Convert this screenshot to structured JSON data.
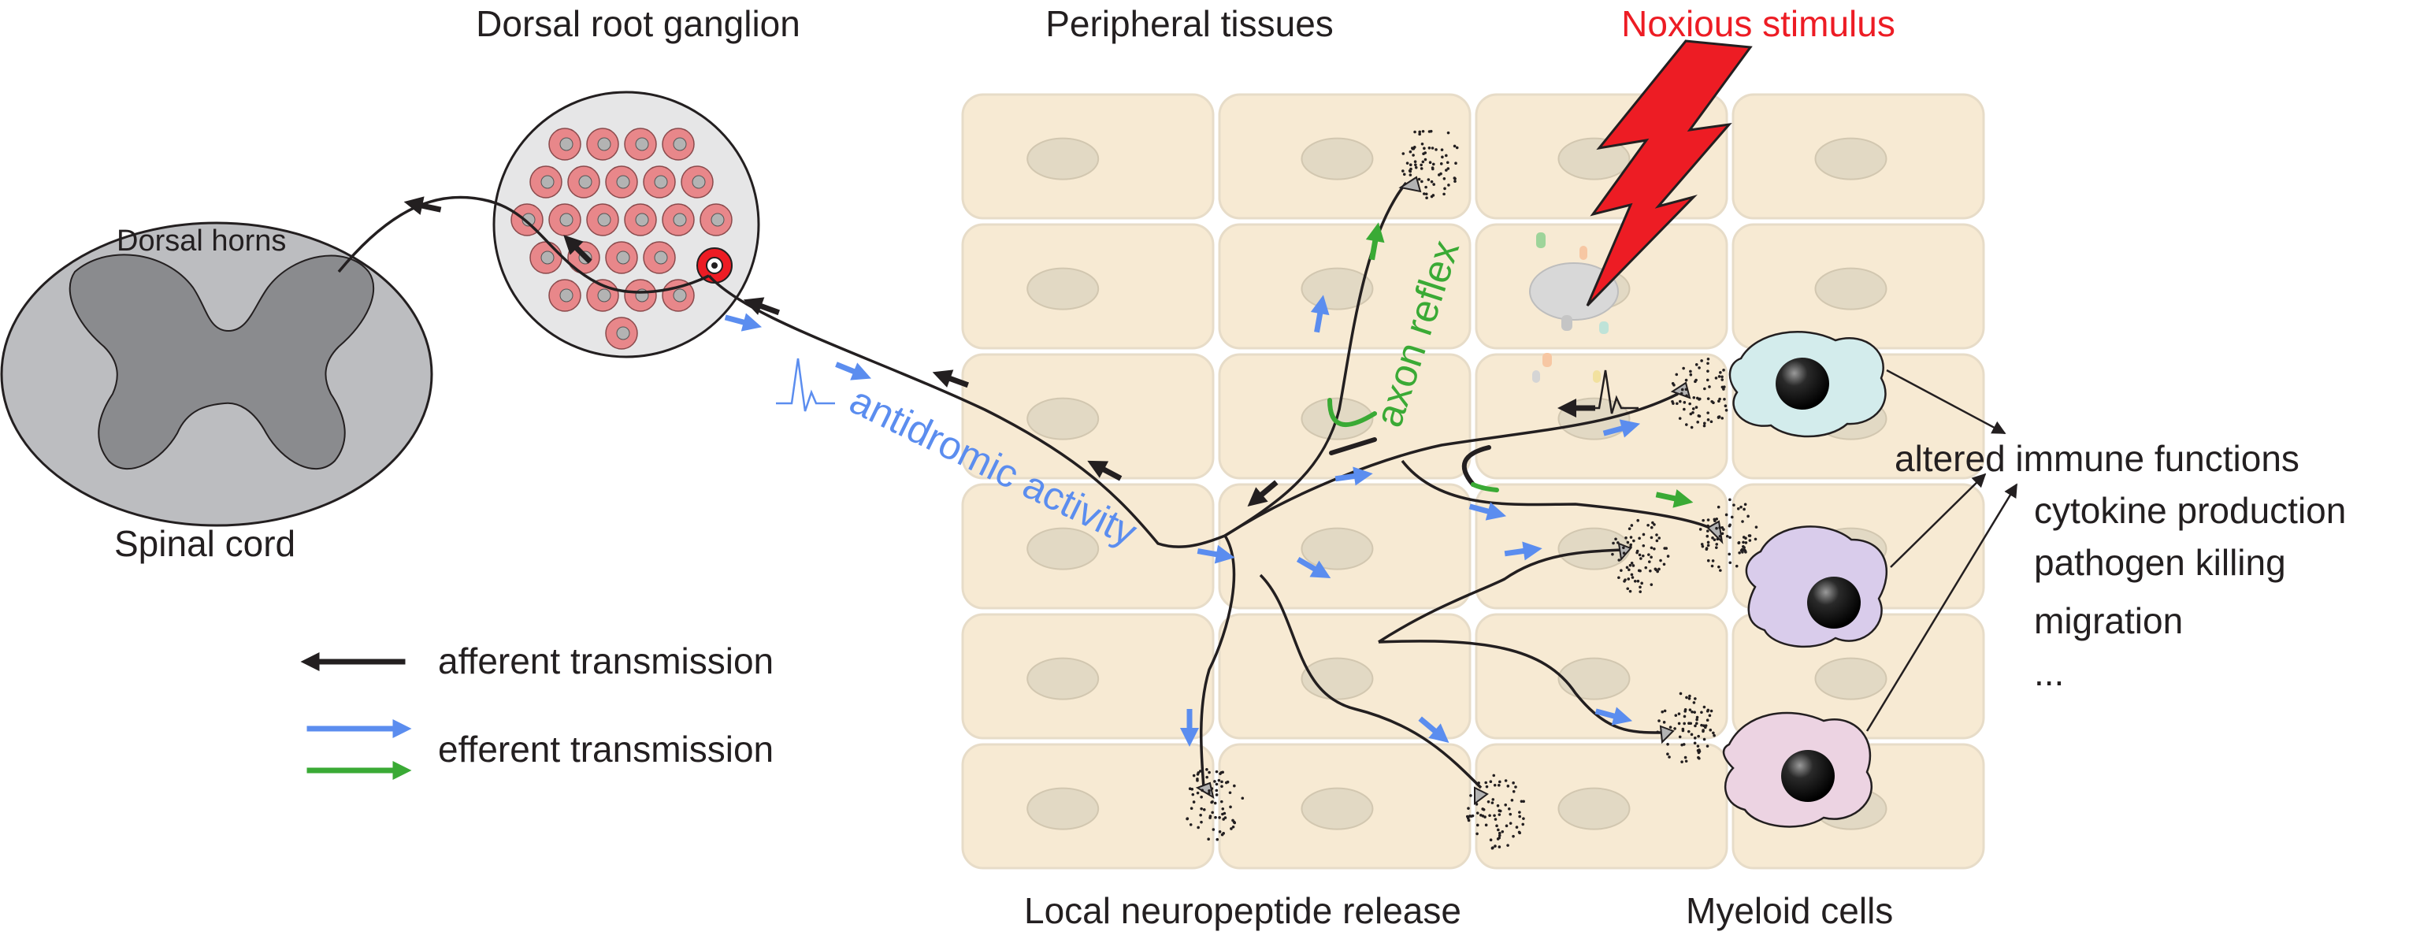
{
  "labels": {
    "drg": "Dorsal root ganglion",
    "peripheral": "Peripheral tissues",
    "noxious": "Noxious stimulus",
    "dorsal_horns": "Dorsal horns",
    "spinal_cord": "Spinal cord",
    "antidromic": "antidromic activity",
    "axon_reflex": "axon reflex",
    "neuropeptide": "Local neuropeptide release",
    "myeloid": "Myeloid cells"
  },
  "legend": {
    "afferent": "afferent transmission",
    "efferent": "efferent transmission"
  },
  "immune_effects": [
    "altered immune functions",
    "cytokine production",
    "pathogen killing",
    "migration",
    "..."
  ],
  "colors": {
    "afferent_arrow": "#231f20",
    "efferent_blue": "#5b8def",
    "efferent_green": "#3aaa35",
    "noxious_red": "#ed1c24",
    "tissue_cell": "#f7ead3",
    "tissue_border": "#e7dcc8",
    "nucleus": "#e2d9c4",
    "spinal_outer": "#bcbdc0",
    "spinal_inner": "#8a8b8e",
    "drg_cell": "#e8878a",
    "myeloid_cyan": "#d3ecec",
    "myeloid_purple": "#d9cceb",
    "myeloid_pink": "#ecd3e2"
  }
}
